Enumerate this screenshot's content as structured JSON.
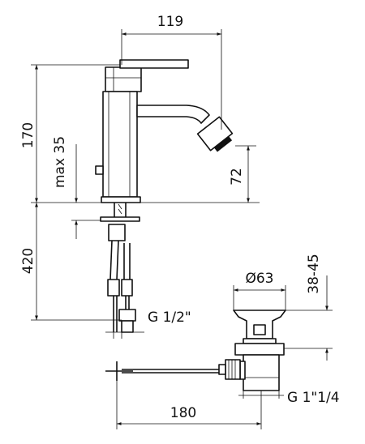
{
  "dimensions": {
    "width_119": "119",
    "height_170": "170",
    "max_35": "max 35",
    "spout_72": "72",
    "hoses_420": "420",
    "thread_g12": "G 1/2\"",
    "waste_diam": "Ø63",
    "waste_range": "38-45",
    "waste_thread": "G 1\"1/4",
    "length_180": "180"
  }
}
